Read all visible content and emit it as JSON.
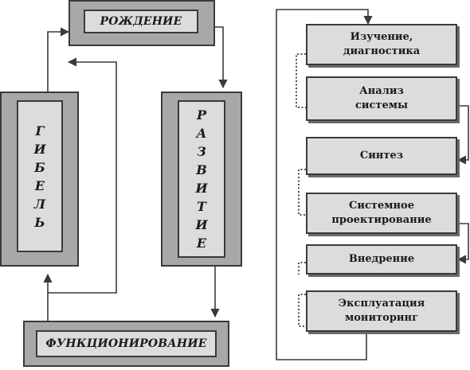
{
  "cycle": {
    "birth": "РОЖДЕНИЕ",
    "development": "Р\nА\nЗ\nВ\nИ\nТ\nИ\nЕ",
    "functioning": "ФУНКЦИОНИРОВАНИЕ",
    "death": "Г\nИ\nБ\nЕ\nЛ\nЬ"
  },
  "stages": [
    "Изучение,\nдиагностика",
    "Анализ\nсистемы",
    "Синтез",
    "Системное\nпроектирование",
    "Внедрение",
    "Эксплуатация\nмониторинг"
  ],
  "colors": {
    "outer_frame": "#a8a8a8",
    "inner_fill": "#dcdcdc",
    "stroke": "#3a3a3a"
  }
}
